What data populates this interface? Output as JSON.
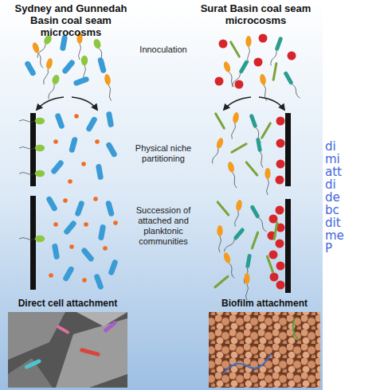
{
  "diagram": {
    "labels": [
      "Sydney and Gunnedah Basin coal seam microcosms",
      "Surat Basin coal seam microcosms",
      "Innoculation",
      "Physical niche partitioning",
      "Succession of attached and planktonic communities",
      "Direct cell attachment",
      "Biofilm attachment",
      "di",
      "mi",
      "att",
      "di",
      "de",
      "bc",
      "dit",
      "me",
      "P"
    ]
  }
}
